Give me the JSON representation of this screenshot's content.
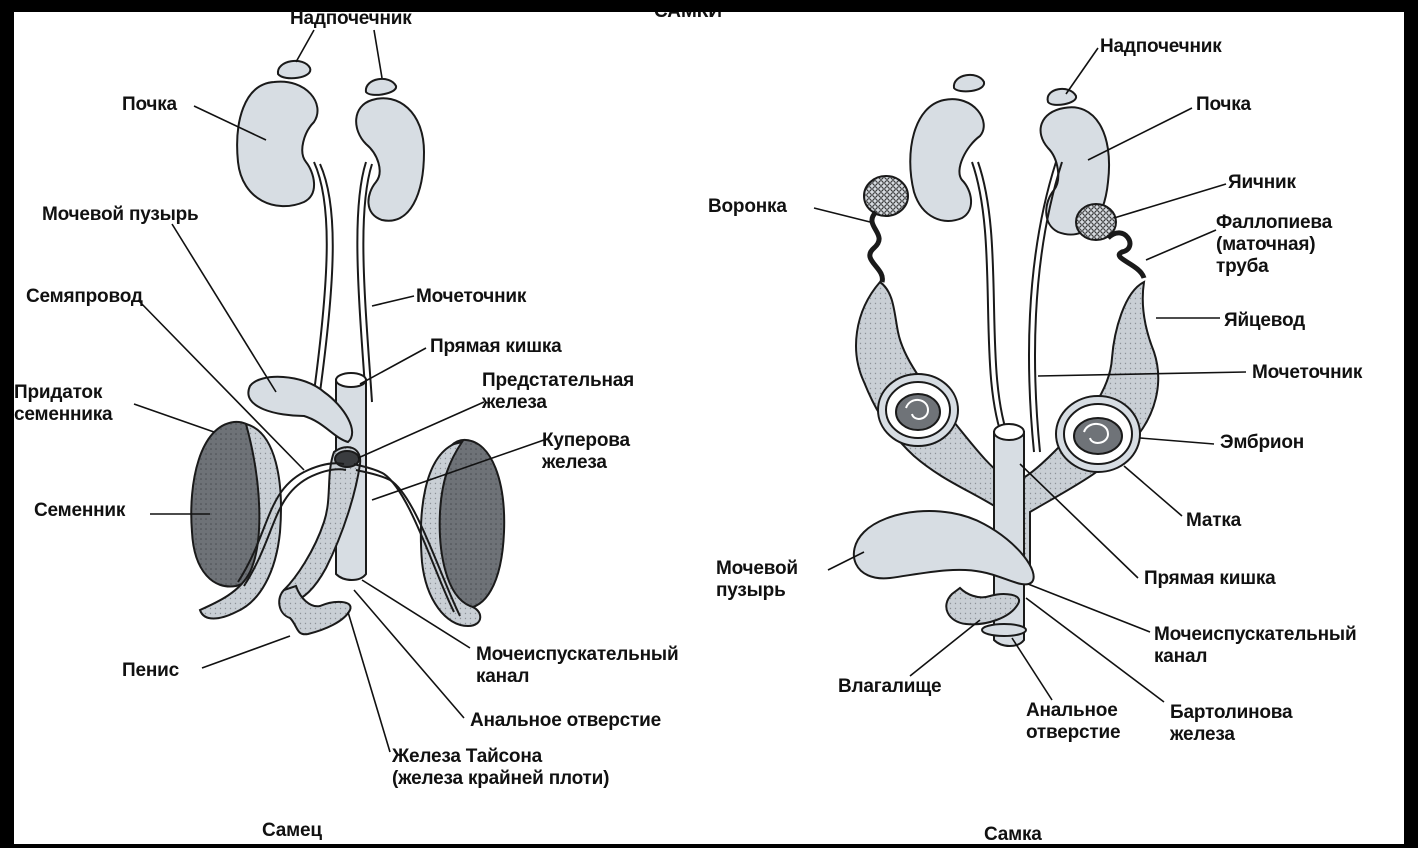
{
  "page_title_cut": "САМКИ",
  "male": {
    "caption": "Самец",
    "labels": {
      "adrenal": "Надпочечник",
      "kidney": "Почка",
      "bladder": "Мочевой пузырь",
      "vas_deferens": "Семяпровод",
      "epididymis": "Придаток\nсеменника",
      "testis": "Семенник",
      "penis": "Пенис",
      "ureter": "Мочеточник",
      "rectum": "Прямая кишка",
      "prostate": "Предстательная\nжелеза",
      "cowper": "Куперова\nжелеза",
      "urethra": "Мочеиспускательный\nканал",
      "anus": "Анальное отверстие",
      "tyson": "Железа Тайсона\n(железа крайней плоти)"
    }
  },
  "female": {
    "caption": "Самка",
    "labels": {
      "adrenal": "Надпочечник",
      "kidney": "Почка",
      "ovary": "Яичник",
      "fallopian": "Фаллопиева\n(маточная)\nтруба",
      "oviduct": "Яйцевод",
      "ureter": "Мочеточник",
      "embryo": "Эмбрион",
      "uterus": "Матка",
      "rectum": "Прямая кишка",
      "urethra": "Мочеиспускательный\nканал",
      "bartholin": "Бартолинова\nжелеза",
      "anus": "Анальное\nотверстие",
      "vagina": "Влагалище",
      "bladder": "Мочевой\nпузырь",
      "infundibulum": "Воронка"
    }
  },
  "colors": {
    "organ_light": "#d7dde3",
    "organ_dark": "#6f7378",
    "organ_mid": "#a9aeb3",
    "outline": "#1a1a1a"
  }
}
